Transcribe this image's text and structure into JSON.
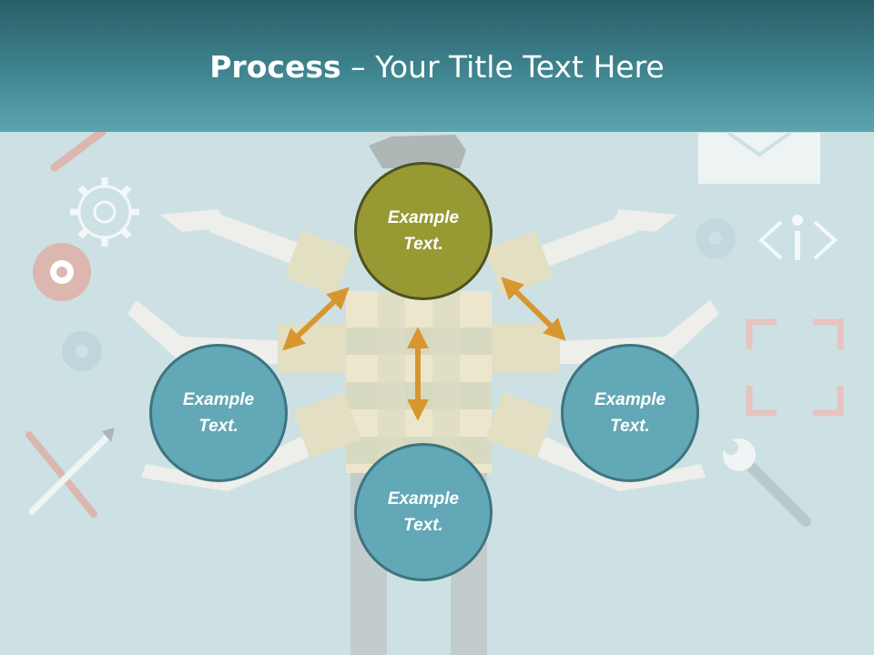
{
  "title": {
    "bold": "Process",
    "dash": " – ",
    "rest": "Your Title Text Here"
  },
  "nodes": {
    "top": "Example Text.",
    "left": "Example Text.",
    "right": "Example Text.",
    "bottom": "Example Text."
  },
  "colors": {
    "header_dark": "#2a5f68",
    "header_light": "#5ba4ae",
    "background": "#cde1e4",
    "node_teal": "#62a8b6",
    "node_olive": "#979a33",
    "arrow": "#d7962e"
  }
}
